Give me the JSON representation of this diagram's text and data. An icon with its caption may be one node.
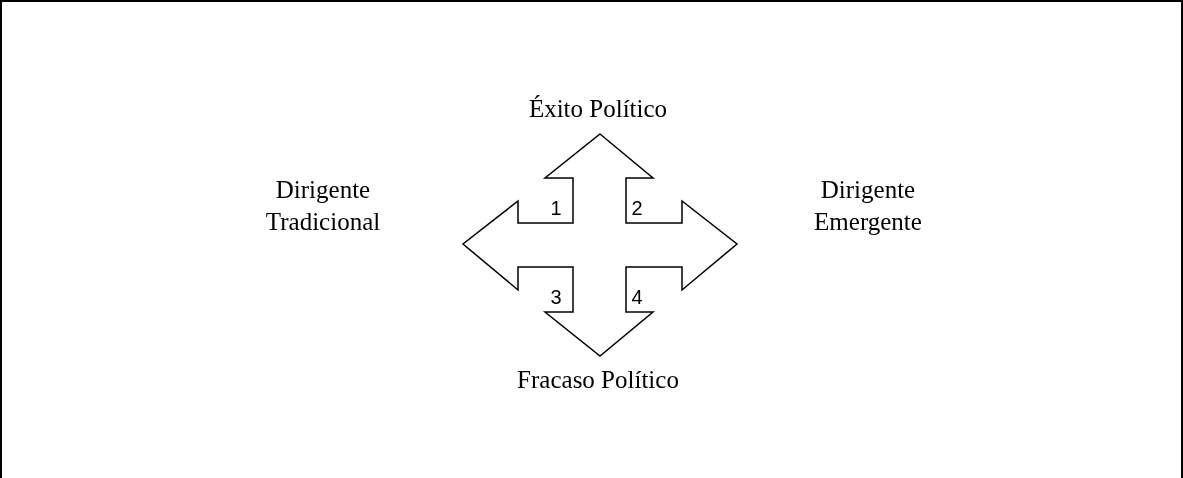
{
  "diagram": {
    "nodes": [
      {
        "text": [
          "Éxito Político"
        ]
      },
      {
        "text": [
          "Dirigente Tradicional"
        ]
      },
      {
        "text": [
          "Dirigente Emergente"
        ]
      },
      {
        "text": [
          "Fracaso Político"
        ]
      }
    ],
    "labels": [
      "1",
      "2",
      "3",
      "4"
    ]
  }
}
